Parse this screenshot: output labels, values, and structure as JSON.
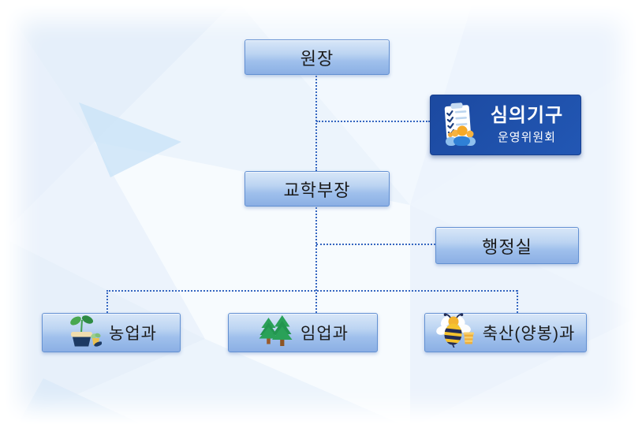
{
  "diagram": {
    "type": "org-chart",
    "nodes": {
      "director": {
        "label": "원장"
      },
      "committee": {
        "title": "심의기구",
        "subtitle": "운영위원회",
        "icon": "clipboard-people-icon"
      },
      "dean": {
        "label": "교학부장"
      },
      "admin_office": {
        "label": "행정실"
      },
      "dept_agriculture": {
        "label": "농업과",
        "icon": "potted-plant-icon"
      },
      "dept_forestry": {
        "label": "임업과",
        "icon": "pine-trees-icon"
      },
      "dept_livestock": {
        "label": "축산(양봉)과",
        "icon": "bee-icon"
      }
    },
    "edges": [
      {
        "from": "director",
        "to": "dean",
        "style": "dotted"
      },
      {
        "from": "director",
        "to": "committee",
        "style": "dotted"
      },
      {
        "from": "dean",
        "to": "admin_office",
        "style": "dotted"
      },
      {
        "from": "dean",
        "to": "dept_agriculture",
        "style": "dotted"
      },
      {
        "from": "dean",
        "to": "dept_forestry",
        "style": "dotted"
      },
      {
        "from": "dean",
        "to": "dept_livestock",
        "style": "dotted"
      }
    ],
    "colors": {
      "node_gradient_top": "#d8e7f8",
      "node_gradient_bottom": "#8bafe4",
      "node_border": "#6290d2",
      "highlight_node_bg": "#1c49a0",
      "connector": "#3566c0",
      "node_text": "#1b1b1b",
      "highlight_text": "#ffffff"
    }
  }
}
